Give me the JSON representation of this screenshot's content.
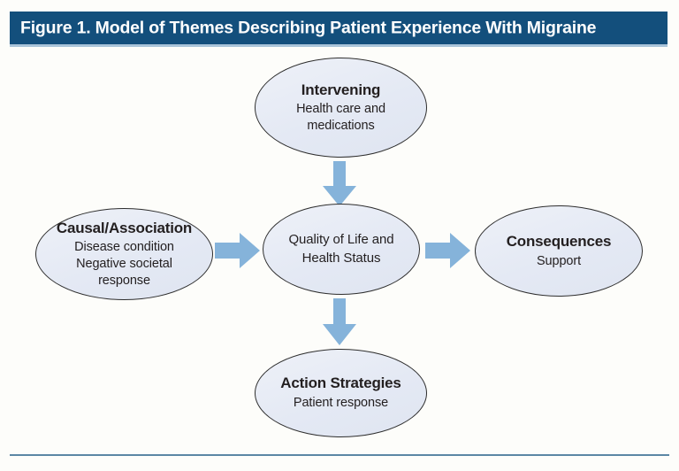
{
  "figure": {
    "title": "Figure 1. Model of Themes Describing Patient Experience With Migraine",
    "header_color": "#134f7c",
    "accent_rule_color": "#5b87a4",
    "arrow_color": "#85b3da",
    "node_fill_color": "#e7ecf6",
    "node_border_color": "#2e2e2e",
    "background_color": "#fdfdfa"
  },
  "diagram": {
    "type": "concept-model",
    "nodes": [
      {
        "id": "intervening",
        "title": "Intervening",
        "lines": [
          "Health care and",
          "medications"
        ],
        "position": "top"
      },
      {
        "id": "causal",
        "title": "Causal/Association",
        "lines": [
          "Disease condition",
          "Negative societal",
          "response"
        ],
        "position": "left"
      },
      {
        "id": "center",
        "title": "",
        "lines": [
          "Quality of Life and",
          "Health Status"
        ],
        "position": "center"
      },
      {
        "id": "consequences",
        "title": "Consequences",
        "lines": [
          "Support"
        ],
        "position": "right"
      },
      {
        "id": "action",
        "title": "Action Strategies",
        "lines": [
          "Patient response"
        ],
        "position": "bottom"
      }
    ],
    "arrows": [
      {
        "id": "intervening-to-center",
        "from": "intervening",
        "to": "center",
        "direction": "down"
      },
      {
        "id": "causal-to-center",
        "from": "causal",
        "to": "center",
        "direction": "right"
      },
      {
        "id": "center-to-consequences",
        "from": "center",
        "to": "consequences",
        "direction": "right"
      },
      {
        "id": "center-to-action",
        "from": "center",
        "to": "action",
        "direction": "down"
      }
    ]
  }
}
